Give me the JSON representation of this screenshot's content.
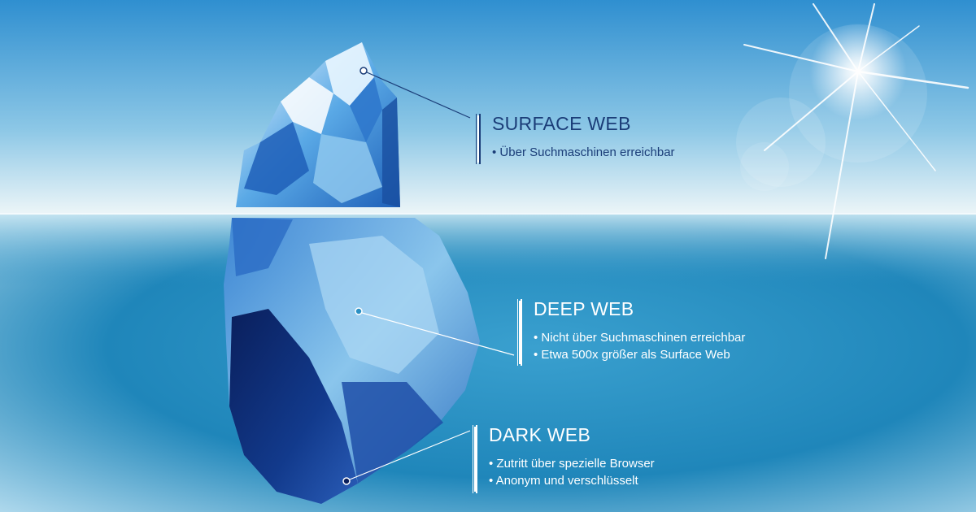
{
  "layers": [
    {
      "id": "surface",
      "title": "SURFACE WEB",
      "items": [
        "Über Suchmaschinen erreichbar"
      ]
    },
    {
      "id": "deep",
      "title": "DEEP WEB",
      "items": [
        "Nicht über Suchmaschinen erreichbar",
        "Etwa 500x größer als Surface Web"
      ]
    },
    {
      "id": "dark",
      "title": "DARK WEB",
      "items": [
        "Zutritt über spezielle Browser",
        "Anonym und verschlüsselt"
      ]
    }
  ],
  "colors": {
    "sky_top": "#2f8fd0",
    "sky_horizon": "#eef6f8",
    "water_top": "#b9e0ee",
    "water_deep": "#1c7fb3",
    "surface_text": "#1b3d78",
    "ice_dark": "#0a1f5c"
  }
}
